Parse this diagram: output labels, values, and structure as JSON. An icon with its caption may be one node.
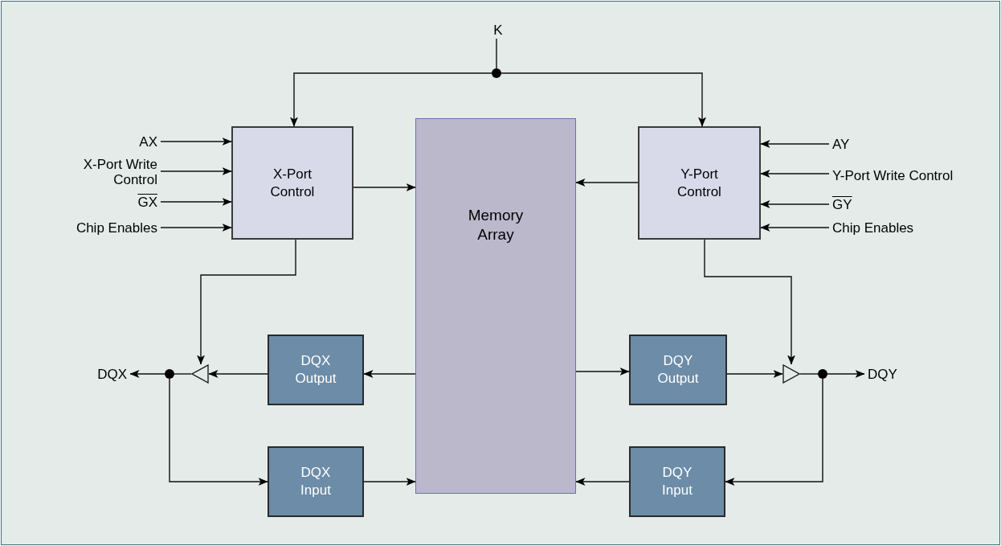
{
  "diagram": {
    "nodes": [
      {
        "text": [
          "K"
        ]
      },
      {
        "text": [],
        "shape": "circle"
      },
      {
        "text": [
          "AX"
        ]
      },
      {
        "text": [
          "X-Port Write Control"
        ]
      },
      {
        "text": [
          "GX"
        ]
      },
      {
        "text": [
          "Chip Enables"
        ]
      },
      {
        "text": [
          "X-Port Control"
        ]
      },
      {
        "text": [
          "Memory Array"
        ]
      },
      {
        "text": [
          "Y-Port Control"
        ]
      },
      {
        "text": [
          "AY"
        ]
      },
      {
        "text": [
          "Y-Port Write Control"
        ]
      },
      {
        "text": [
          "GY"
        ]
      },
      {
        "text": [
          "Chip Enables"
        ]
      },
      {
        "text": [
          "DQX Output"
        ]
      },
      {
        "text": [
          "DQY Output"
        ]
      },
      {
        "text": [
          "DQX"
        ]
      },
      {
        "text": [],
        "shape": "circle"
      },
      {
        "text": [],
        "shape": "triangle"
      },
      {
        "text": [
          "DQX Input"
        ]
      },
      {
        "text": [
          "DQY Input"
        ]
      },
      {
        "text": [],
        "shape": "triangle"
      },
      {
        "text": [],
        "shape": "circle"
      },
      {
        "text": [
          "DQY"
        ]
      }
    ],
    "edges": [
      {
        "from": 0,
        "to": 1,
        "arrow": "none"
      },
      {
        "from": 1,
        "to": 6,
        "arrow": "to"
      },
      {
        "from": 1,
        "to": 8,
        "arrow": "to"
      },
      {
        "from": 2,
        "to": 6,
        "arrow": "to"
      },
      {
        "from": 3,
        "to": 6,
        "arrow": "to"
      },
      {
        "from": 4,
        "to": 6,
        "arrow": "to"
      },
      {
        "from": 5,
        "to": 6,
        "arrow": "to"
      },
      {
        "from": 6,
        "to": 7,
        "arrow": "to"
      },
      {
        "from": 9,
        "to": 8,
        "arrow": "to"
      },
      {
        "from": 10,
        "to": 8,
        "arrow": "to"
      },
      {
        "from": 11,
        "to": 8,
        "arrow": "to"
      },
      {
        "from": 12,
        "to": 8,
        "arrow": "to"
      },
      {
        "from": 8,
        "to": 7,
        "arrow": "to"
      },
      {
        "from": 7,
        "to": 13,
        "arrow": "to"
      },
      {
        "from": 13,
        "to": 17,
        "arrow": "to"
      },
      {
        "from": 6,
        "to": 17,
        "arrow": "to"
      },
      {
        "from": 17,
        "to": 16,
        "arrow": "none"
      },
      {
        "from": 16,
        "to": 15,
        "arrow": "to"
      },
      {
        "from": 16,
        "to": 18,
        "arrow": "to"
      },
      {
        "from": 18,
        "to": 7,
        "arrow": "to"
      },
      {
        "from": 7,
        "to": 14,
        "arrow": "to"
      },
      {
        "from": 14,
        "to": 20,
        "arrow": "to"
      },
      {
        "from": 8,
        "to": 20,
        "arrow": "to"
      },
      {
        "from": 20,
        "to": 21,
        "arrow": "none"
      },
      {
        "from": 21,
        "to": 22,
        "arrow": "to"
      },
      {
        "from": 21,
        "to": 19,
        "arrow": "to"
      },
      {
        "from": 19,
        "to": 7,
        "arrow": "to"
      }
    ]
  }
}
